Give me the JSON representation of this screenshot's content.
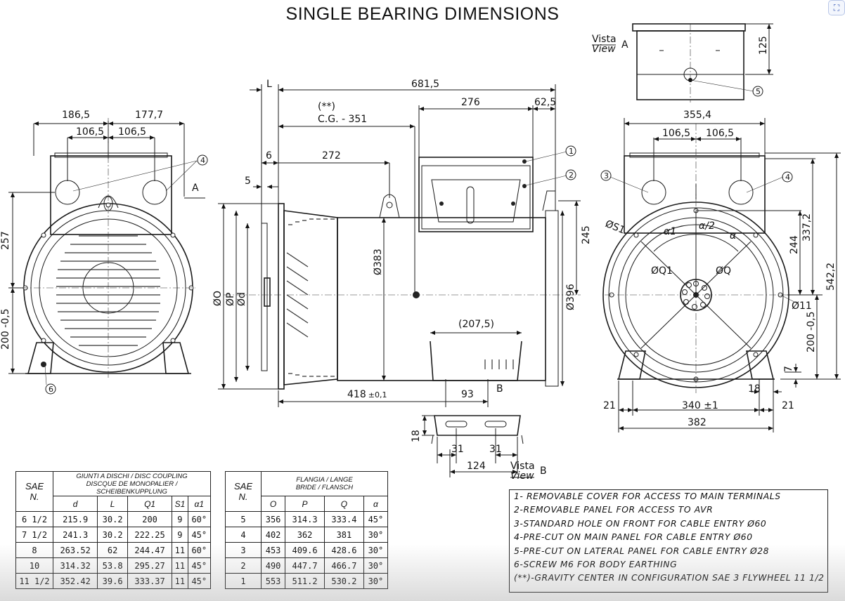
{
  "title": "SINGLE BEARING DIMENSIONS",
  "corner_icon": "expand-icon",
  "left_view": {
    "dims": {
      "w_left": "186,5",
      "w_right": "177,7",
      "h1": "106,5",
      "h2": "106,5",
      "height": "257",
      "base": "200 -0,5"
    },
    "label_a": "A",
    "callouts": [
      "4",
      "6"
    ]
  },
  "side_view": {
    "dims": {
      "L": "L",
      "total": "681,5",
      "cg_note": "(**)",
      "cg": "C.G. - 351",
      "d276": "276",
      "d62": "62,5",
      "d6": "6",
      "d272": "272",
      "d5": "5",
      "dO": "ØO",
      "dP": "ØP",
      "dd": "Ød",
      "d383": "Ø383",
      "d396": "Ø396",
      "d245": "245",
      "d207": "(207,5)",
      "d418": "418",
      "d418tol": "±0,1",
      "d93": "93",
      "labelB": "B"
    },
    "callouts": [
      "1",
      "2"
    ]
  },
  "foot_view": {
    "d18": "18",
    "d31a": "31",
    "d31b": "31",
    "d124": "124",
    "vista_it": "Vista",
    "vista_en": "View",
    "letter": "B"
  },
  "top_view": {
    "vista_it": "Vista",
    "vista_en": "View",
    "letter": "A",
    "d125": "125",
    "callout": "5"
  },
  "right_view": {
    "dims": {
      "w": "355,4",
      "h1": "106,5",
      "h2": "106,5",
      "S1": "ØS1",
      "a1": "α1",
      "a2": "α/2",
      "a": "α",
      "Q1": "ØQ1",
      "Q": "ØQ",
      "d244": "244",
      "d337": "337,2",
      "d542": "542,2",
      "d11": "Ø11",
      "base": "200 -0,5",
      "d7": "7",
      "d18": "18",
      "d21a": "21",
      "d340": "340 ±1",
      "d21b": "21",
      "d382": "382"
    },
    "callouts": [
      "3",
      "4"
    ]
  },
  "coupling_table": {
    "sae_header": "SAE",
    "n_header": "N.",
    "group_header": [
      "GIUNTI A DISCHI / DISC COUPLING",
      "DISCQUE DE MONOPALIER / SCHEIBENKUPPLUNG"
    ],
    "columns": [
      "d",
      "L",
      "Q1",
      "S1",
      "α1"
    ],
    "rows": [
      [
        "6 1/2",
        "215.9",
        "30.2",
        "200",
        "9",
        "60°"
      ],
      [
        "7 1/2",
        "241.3",
        "30.2",
        "222.25",
        "9",
        "45°"
      ],
      [
        "8",
        "263.52",
        "62",
        "244.47",
        "11",
        "60°"
      ],
      [
        "10",
        "314.32",
        "53.8",
        "295.27",
        "11",
        "45°"
      ],
      [
        "11 1/2",
        "352.42",
        "39.6",
        "333.37",
        "11",
        "45°"
      ]
    ]
  },
  "flange_table": {
    "sae_header": "SAE",
    "n_header": "N.",
    "group_header": [
      "FLANGIA / LANGE",
      "BRIDE / FLANSCH"
    ],
    "columns": [
      "O",
      "P",
      "Q",
      "α"
    ],
    "rows": [
      [
        "5",
        "356",
        "314.3",
        "333.4",
        "45°"
      ],
      [
        "4",
        "402",
        "362",
        "381",
        "30°"
      ],
      [
        "3",
        "453",
        "409.6",
        "428.6",
        "30°"
      ],
      [
        "2",
        "490",
        "447.7",
        "466.7",
        "30°"
      ],
      [
        "1",
        "553",
        "511.2",
        "530.2",
        "30°"
      ]
    ]
  },
  "notes": [
    "1- REMOVABLE COVER  FOR ACCESS TO MAIN TERMINALS",
    "2-REMOVABLE PANEL FOR ACCESS TO AVR",
    "3-STANDARD HOLE ON FRONT FOR CABLE ENTRY Ø60",
    "4-PRE-CUT ON MAIN PANEL FOR CABLE ENTRY Ø60",
    "5-PRE-CUT ON LATERAL PANEL FOR CABLE ENTRY Ø28",
    "6-SCREW M6 FOR BODY EARTHING",
    "(**)-GRAVITY CENTER IN CONFIGURATION SAE 3 FLYWHEEL 11 1/2"
  ]
}
